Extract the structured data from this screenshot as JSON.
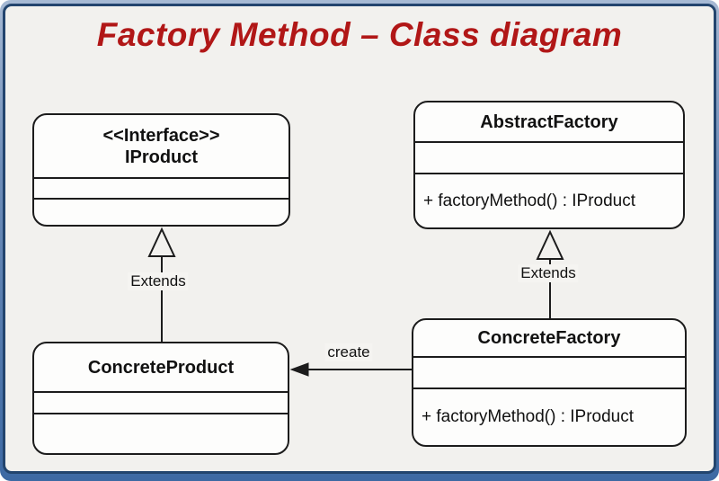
{
  "title": "Factory Method – Class diagram",
  "diagram": {
    "iproduct": {
      "stereotype": "<<Interface>>",
      "name": "IProduct"
    },
    "abstract_factory": {
      "name": "AbstractFactory",
      "method": "+ factoryMethod() : IProduct"
    },
    "concrete_product": {
      "name": "ConcreteProduct"
    },
    "concrete_factory": {
      "name": "ConcreteFactory",
      "method": "+ factoryMethod() : IProduct"
    },
    "relations": {
      "extends_left": "Extends",
      "extends_right": "Extends",
      "create": "create"
    }
  },
  "colors": {
    "title_red": "#b11717",
    "frame_navy": "#23456e",
    "frame_blue_light": "#a7bad4",
    "frame_blue_dark": "#3d69a3",
    "canvas_bg": "#f2f1ee",
    "box_bg": "#fdfdfc",
    "line_black": "#1c1c1c"
  }
}
